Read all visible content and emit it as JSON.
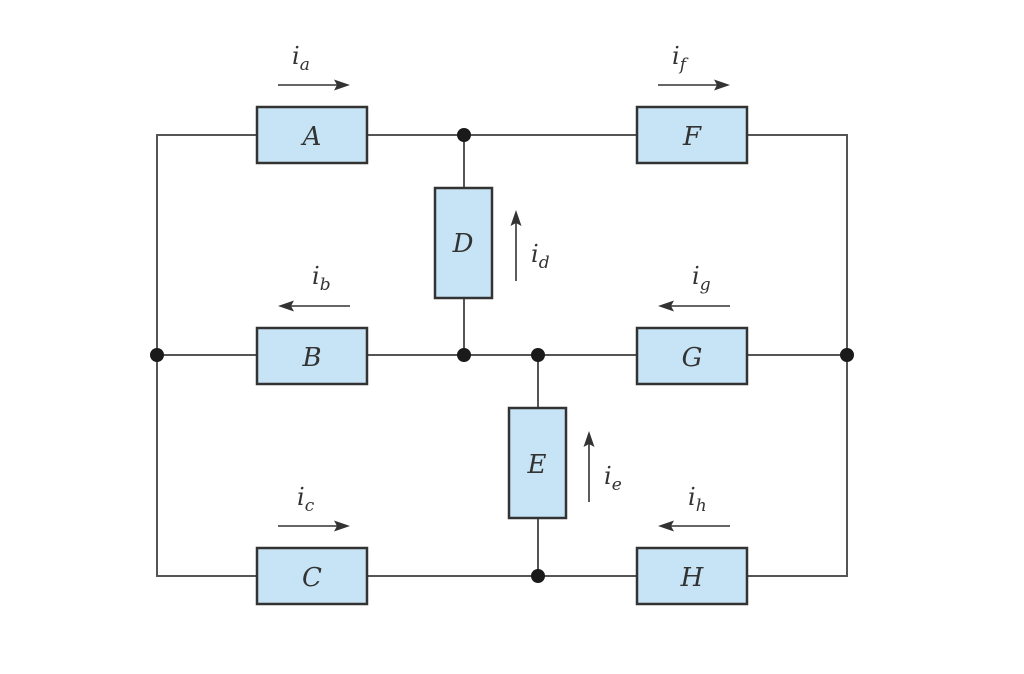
{
  "elements": [
    {
      "id": "a",
      "label": "A"
    },
    {
      "id": "b",
      "label": "B"
    },
    {
      "id": "c",
      "label": "C"
    },
    {
      "id": "d",
      "label": "D"
    },
    {
      "id": "e",
      "label": "E"
    },
    {
      "id": "f",
      "label": "F"
    },
    {
      "id": "g",
      "label": "G"
    },
    {
      "id": "h",
      "label": "H"
    }
  ],
  "currents": [
    {
      "id": "a",
      "symbol": "i",
      "subscript": "a",
      "direction": "right"
    },
    {
      "id": "b",
      "symbol": "i",
      "subscript": "b",
      "direction": "left"
    },
    {
      "id": "c",
      "symbol": "i",
      "subscript": "c",
      "direction": "right"
    },
    {
      "id": "d",
      "symbol": "i",
      "subscript": "d",
      "direction": "up"
    },
    {
      "id": "e",
      "symbol": "i",
      "subscript": "e",
      "direction": "up"
    },
    {
      "id": "f",
      "symbol": "i",
      "subscript": "f",
      "direction": "right"
    },
    {
      "id": "g",
      "symbol": "i",
      "subscript": "g",
      "direction": "left"
    },
    {
      "id": "h",
      "symbol": "i",
      "subscript": "h",
      "direction": "left"
    }
  ],
  "colors": {
    "element_fill": "#c6e4f5",
    "element_stroke": "#333333",
    "wire": "#555555",
    "node": "#1a1a1a"
  }
}
